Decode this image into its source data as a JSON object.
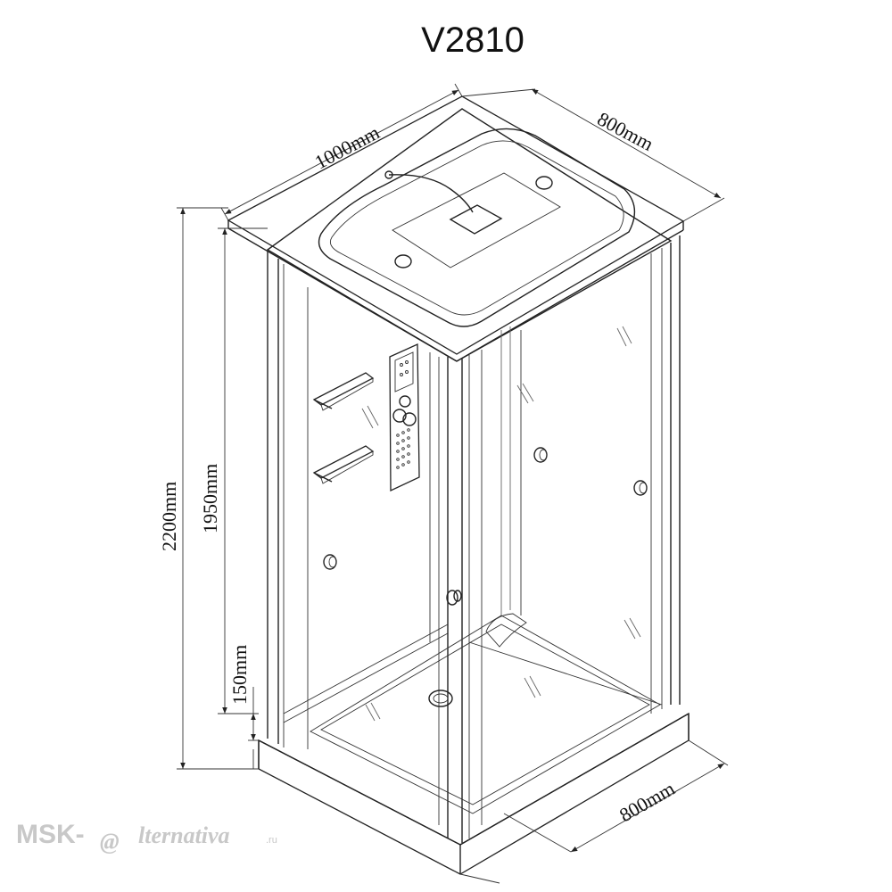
{
  "title": "V2810",
  "dimensions": {
    "top_width": "1000mm",
    "top_depth": "800mm",
    "total_height": "2200mm",
    "cabin_height": "1950mm",
    "tray_height": "150mm",
    "bottom_depth": "800mm"
  },
  "watermark": {
    "prefix": "MSK-",
    "at": "@",
    "rest": "lternativa",
    "tld": ".ru"
  }
}
